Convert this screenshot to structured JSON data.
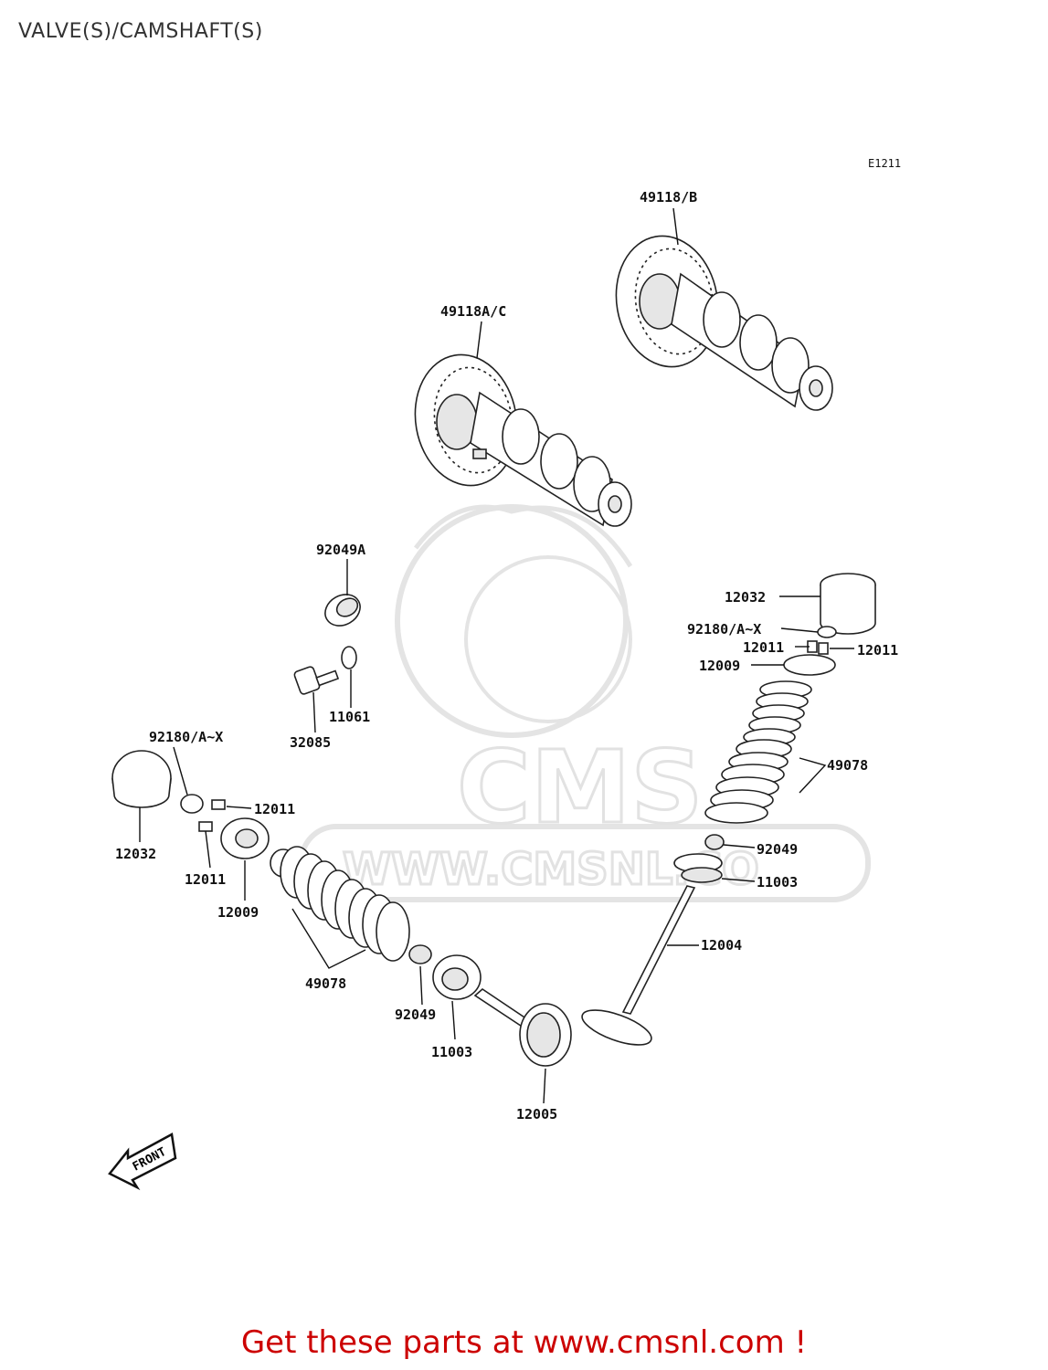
{
  "title": "VALVE(S)/CAMSHAFT(S)",
  "diagram_code": "E1211",
  "watermark": {
    "brand": "CMS",
    "url": "WWW.CMSNL.CO"
  },
  "front_marker": "FRONT",
  "footer": "Get these parts at www.cmsnl.com !",
  "labels": {
    "cam_b": "49118/B",
    "cam_ac": "49118A/C",
    "bearing_top": "92049A",
    "tappet_right": "12032",
    "shim_right": "92180/A~X",
    "keeper_right_l": "12011",
    "keeper_right_r": "12011",
    "retainer_right": "12009",
    "spring_right": "49078",
    "seal_right": "92049",
    "seat_right": "11003",
    "valve_right": "12004",
    "washer": "11061",
    "bolt": "32085",
    "shim_left": "92180/A~X",
    "tappet_left": "12032",
    "keeper_left_top": "12011",
    "keeper_left_bottom": "12011",
    "retainer_left": "12009",
    "spring_left": "49078",
    "seal_left": "92049",
    "seat_left": "11003",
    "valve_left": "12005"
  }
}
